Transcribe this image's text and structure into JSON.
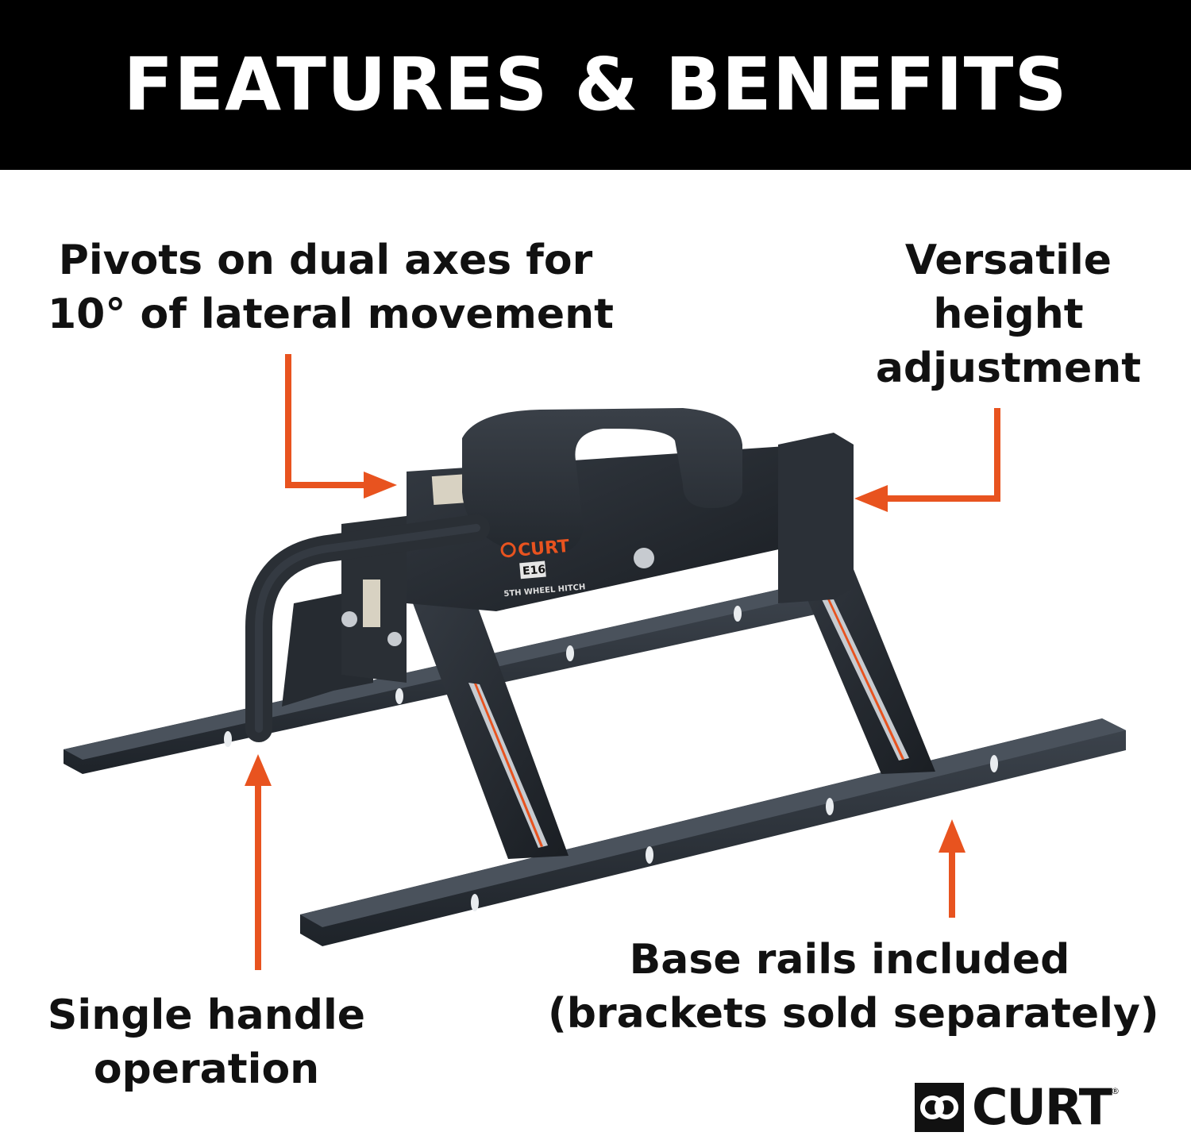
{
  "header": {
    "title": "FEATURES & BENEFITS"
  },
  "callouts": {
    "pivot": [
      "Pivots on dual axes for",
      "10° of lateral movement"
    ],
    "height": [
      "Versatile",
      "height",
      "adjustment"
    ],
    "handle": [
      "Single handle",
      "operation"
    ],
    "rails": [
      "Base rails included",
      "(brackets sold separately)"
    ]
  },
  "product_labels": {
    "brand": "CURT",
    "model": "E16",
    "caption": "5TH WHEEL HITCH"
  },
  "brand_logo": {
    "name": "CURT",
    "mark": "®"
  },
  "colors": {
    "arrow": "#e8531f",
    "header_bg": "#000000",
    "header_text": "#ffffff",
    "hitch": "#2c323a"
  }
}
